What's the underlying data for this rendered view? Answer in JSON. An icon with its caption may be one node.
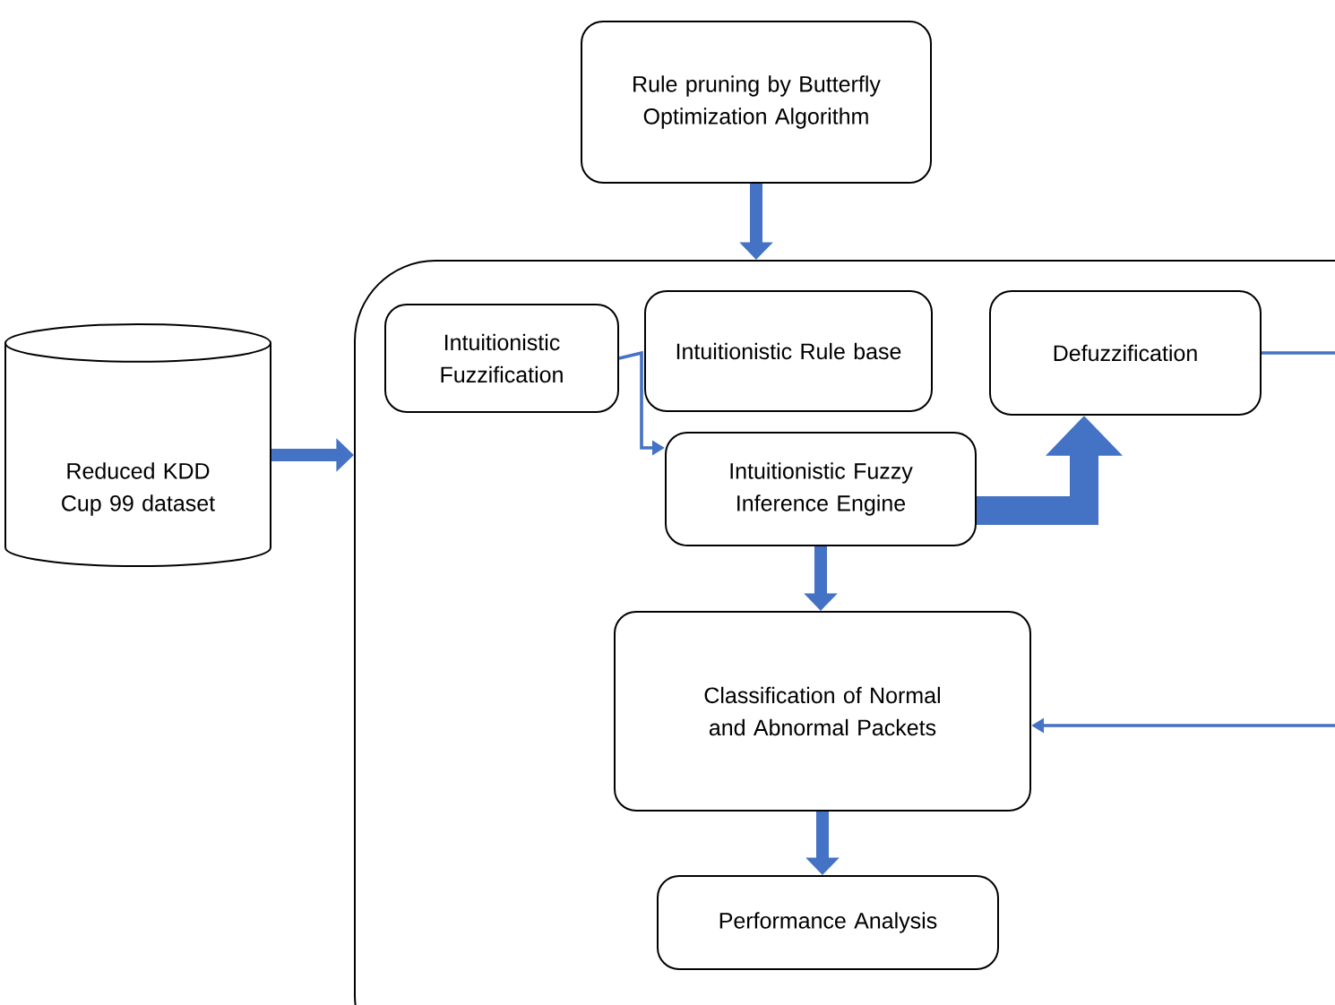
{
  "diagram": {
    "nodes": [
      {
        "text": [
          "Rule pruning by Butterfly Optimization Algorithm"
        ]
      },
      {
        "text": [],
        "shape": "box"
      },
      {
        "text": [
          "Reduced KDD Cup 99 dataset"
        ]
      },
      {
        "text": [
          "Intuitionistic Fuzzification"
        ],
        "in": 1
      },
      {
        "text": [
          "Intuitionistic Rule base"
        ],
        "in": 1
      },
      {
        "text": [
          "Defuzzification"
        ],
        "in": 1
      },
      {
        "text": [
          "Intuitionistic Fuzzy Inference Engine"
        ],
        "in": 1
      },
      {
        "text": [
          "Classification of Normal and Abnormal Packets"
        ],
        "in": 1
      },
      {
        "text": [
          "Performance Analysis"
        ],
        "in": 1
      }
    ],
    "edges": [
      {
        "from": 0,
        "to": 1,
        "arrow": "to"
      },
      {
        "from": 2,
        "to": 1,
        "arrow": "to"
      },
      {
        "from": 3,
        "to": 6,
        "arrow": "to"
      },
      {
        "from": 6,
        "to": 5,
        "arrow": "to",
        "style": "thick"
      },
      {
        "from": 6,
        "to": 7,
        "arrow": "to"
      },
      {
        "from": 7,
        "to": 8,
        "arrow": "to"
      },
      {
        "from": 5,
        "to": 7,
        "arrow": "to"
      }
    ]
  }
}
